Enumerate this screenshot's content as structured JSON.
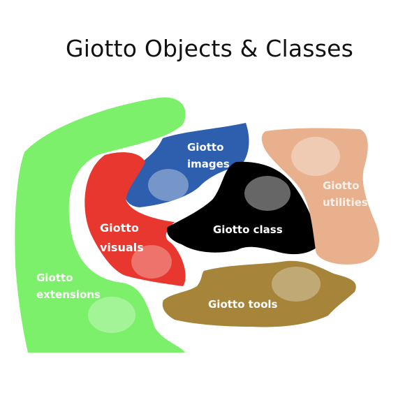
{
  "title": "Giotto Objects & Classes",
  "regions": {
    "extensions": {
      "line1": "Giotto",
      "line2": "extensions",
      "color": "#7cf06a"
    },
    "images": {
      "line1": "Giotto",
      "line2": "images",
      "color": "#2d5fae"
    },
    "visuals": {
      "line1": "Giotto",
      "line2": "visuals",
      "color": "#e8372f"
    },
    "class": {
      "label": "Giotto class",
      "color": "#000000"
    },
    "utilities": {
      "line1": "Giotto",
      "line2": "utilities",
      "color": "#e8b08c"
    },
    "tools": {
      "label": "Giotto tools",
      "color": "#a6843a"
    }
  }
}
